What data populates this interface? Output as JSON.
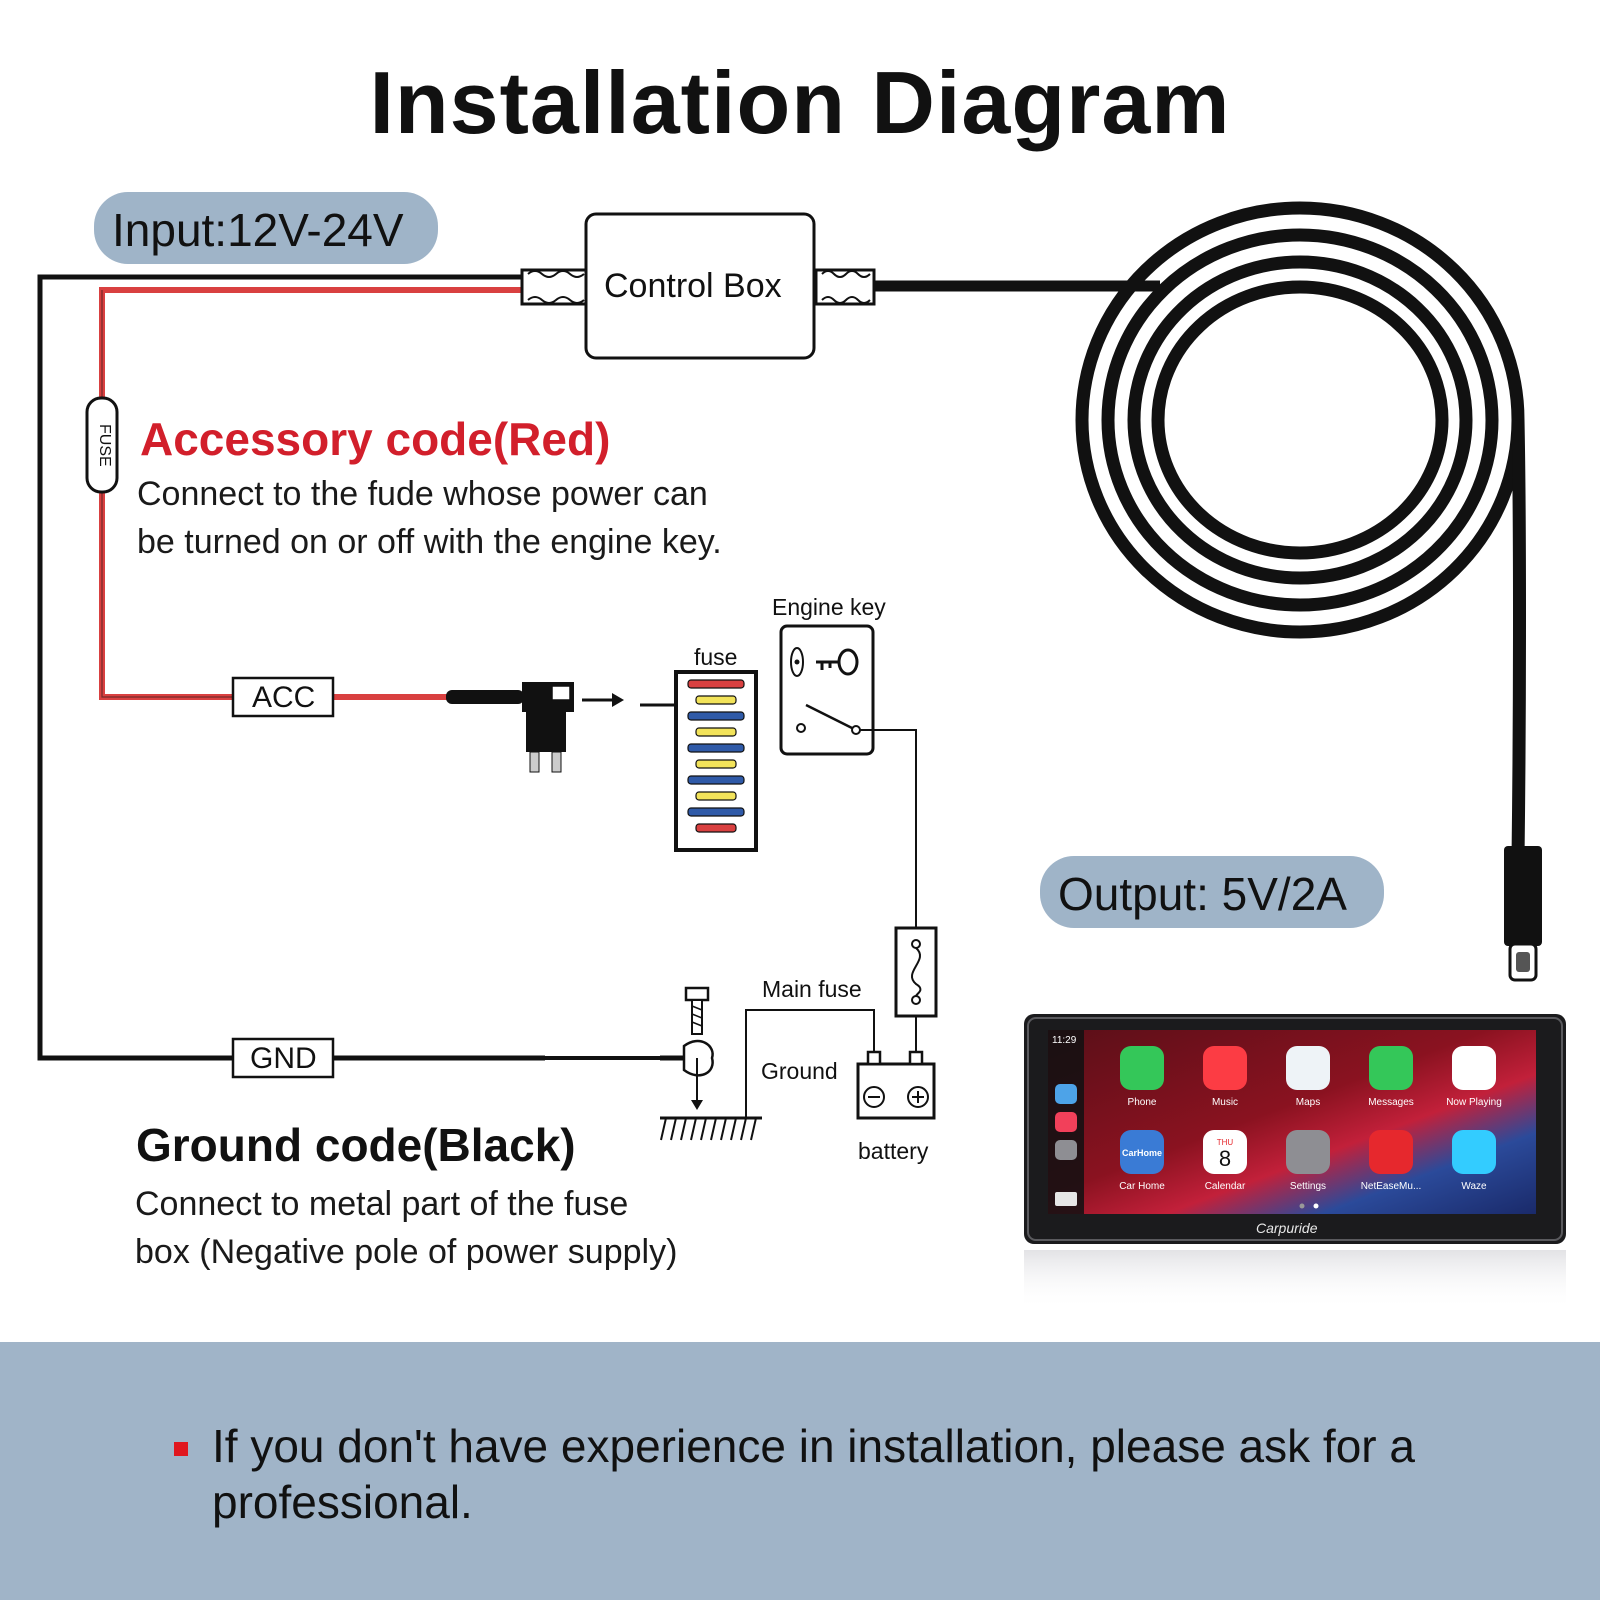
{
  "title": "Installation Diagram",
  "input_label": "Input:12V-24V",
  "output_label": "Output: 5V/2A",
  "control_box": "Control Box",
  "fuse_tag": "FUSE",
  "accessory": {
    "heading": "Accessory code(Red)",
    "line1": "Connect to the fude whose power can",
    "line2": "be turned on or off with the engine key."
  },
  "ground": {
    "heading": "Ground code(Black)",
    "line1": "Connect to metal part of the fuse",
    "line2": "box (Negative pole of power supply)"
  },
  "labels": {
    "acc": "ACC",
    "gnd": "GND",
    "fuse": "fuse",
    "engine_key": "Engine key",
    "main_fuse": "Main fuse",
    "ground": "Ground",
    "battery": "battery"
  },
  "device": {
    "time": "11:29",
    "brand": "Carpuride",
    "calendar_day": "THU",
    "calendar_date": "8",
    "carhome_logo": "CarHome",
    "apps": [
      "Phone",
      "Music",
      "Maps",
      "Messages",
      "Now Playing",
      "Car Home",
      "Calendar",
      "Settings",
      "NetEaseMu...",
      "Waze"
    ]
  },
  "note": "If you don't have experience in installation, please ask for a professional.",
  "colors": {
    "accent_red": "#d21f2b",
    "pill": "#9fb4c8",
    "banner": "#a0b4c8",
    "wire_red": "#d94040",
    "wire_black": "#111111"
  }
}
